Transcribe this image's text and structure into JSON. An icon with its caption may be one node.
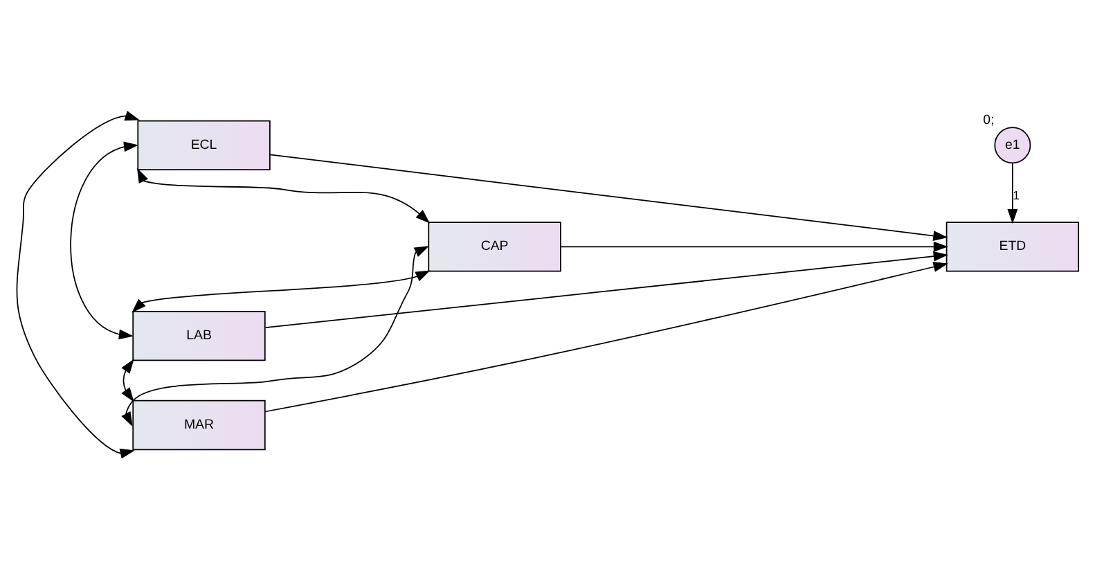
{
  "diagram": {
    "nodes": [
      {
        "text": [
          "ECL"
        ]
      },
      {
        "text": [
          "CAP"
        ]
      },
      {
        "text": [
          "LAB"
        ]
      },
      {
        "text": [
          "MAR"
        ]
      },
      {
        "text": [
          "ETD"
        ]
      },
      {
        "text": [
          "e1"
        ],
        "beside": [
          "0;"
        ]
      }
    ],
    "edges": [
      {
        "from": 0,
        "to": 4,
        "arrow": "to"
      },
      {
        "from": 1,
        "to": 4,
        "arrow": "to"
      },
      {
        "from": 2,
        "to": 4,
        "arrow": "to"
      },
      {
        "from": 3,
        "to": 4,
        "arrow": "to"
      },
      {
        "from": 5,
        "to": 4,
        "arrow": "to",
        "label": "1"
      },
      {
        "from": 0,
        "to": 1,
        "arrow": "both"
      },
      {
        "from": 1,
        "to": 2,
        "arrow": "both"
      },
      {
        "from": 2,
        "to": 3,
        "arrow": "both"
      },
      {
        "from": 0,
        "to": 2,
        "arrow": "both"
      },
      {
        "from": 1,
        "to": 3,
        "arrow": "both"
      },
      {
        "from": 0,
        "to": 3,
        "arrow": "both"
      }
    ]
  }
}
